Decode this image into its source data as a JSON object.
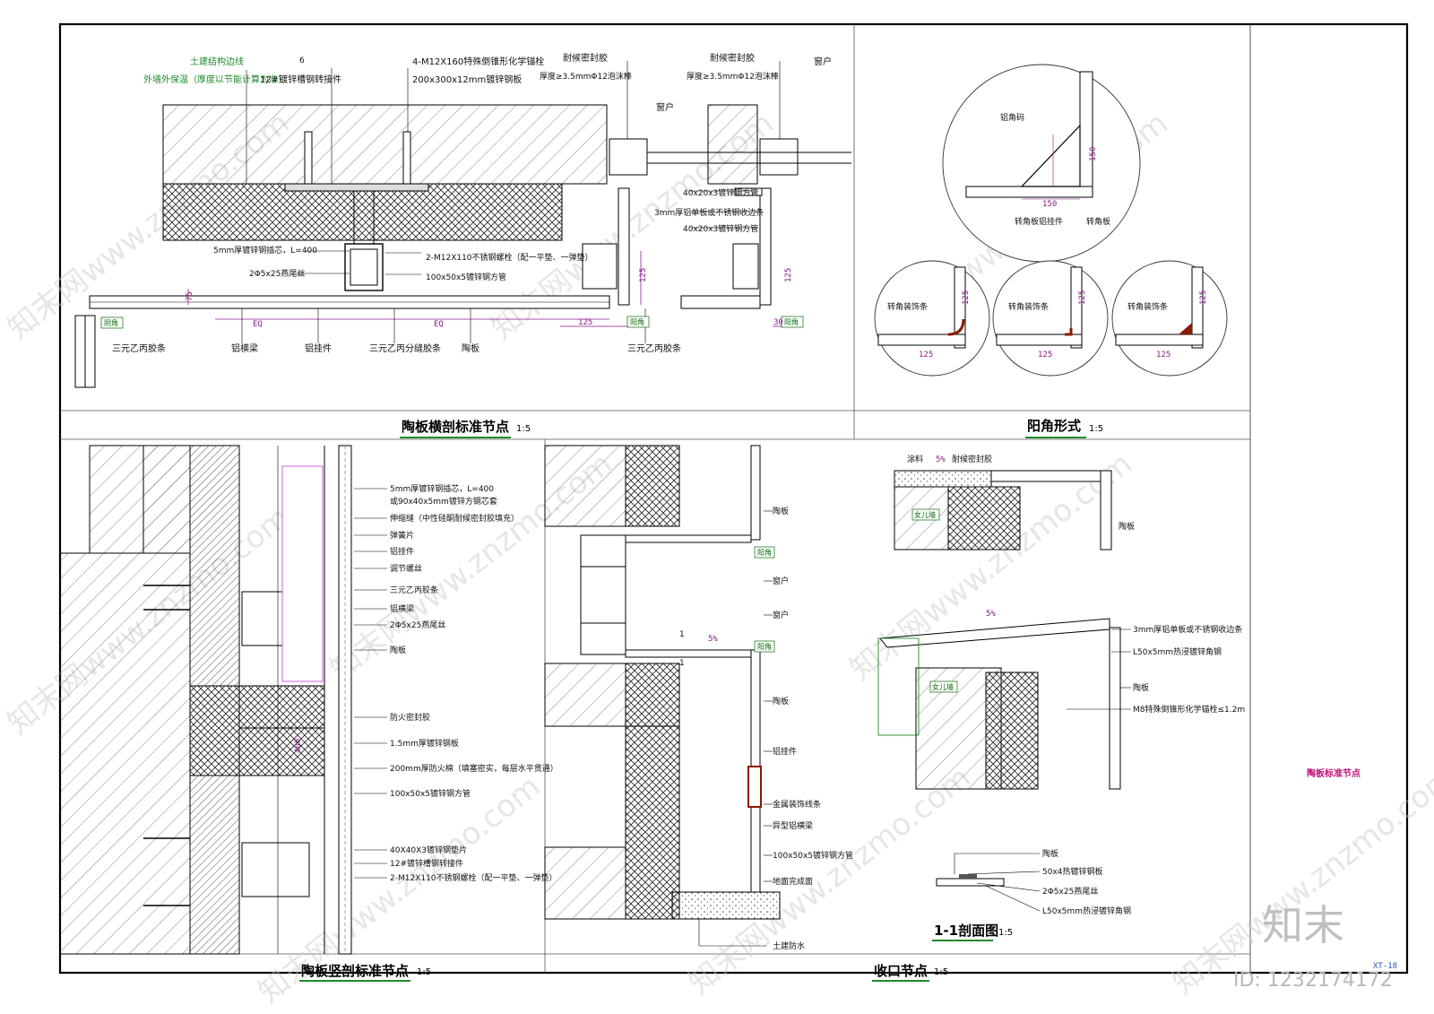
{
  "sheet": {
    "panel_titles": [
      {
        "title": "陶板横剖标准节点",
        "scale": "1:5"
      },
      {
        "title": "阳角形式",
        "scale": "1:5"
      },
      {
        "title": "陶板竖剖标准节点",
        "scale": "1:5"
      },
      {
        "title": "收口节点",
        "scale": "1:5"
      },
      {
        "title": "1-1剖面图",
        "scale": "1:5"
      }
    ],
    "side_note": "陶板标准节点",
    "drawing_no": "XT-18",
    "brand": "知末",
    "id_text": "ID: 1232174172",
    "watermark": "知末网www.znzmo.com"
  },
  "horizontal_section": {
    "top_labels": [
      "土建结构边线",
      "外墙外保温（厚度以节能计算为准）",
      "12#镀锌槽钢转接件",
      "4-M12X160特殊倒锥形化学锚栓",
      "200x300x12mm镀锌钢板",
      "耐候密封胶",
      "厚度≥3.5mmΦ12泡沫棒",
      "耐候密封胶",
      "厚度≥3.5mmΦ12泡沫棒",
      "窗户",
      "窗户"
    ],
    "mid_labels": [
      "5mm厚镀锌钢插芯，L=400",
      "2Φ5x25燕尾丝",
      "2-M12X110不锈钢螺栓（配一平垫、一弹垫）",
      "100x50x5镀锌钢方管",
      "40x20x3镀锌钢方管",
      "3mm厚铝单板或不锈钢收边条",
      "40x20x3镀锌钢方管"
    ],
    "bottom_labels": [
      "三元乙丙胶条",
      "铝横梁",
      "铝挂件",
      "三元乙丙分缝胶条",
      "陶板",
      "三元乙丙胶条"
    ],
    "tags": [
      "阴角",
      "阳角",
      "阳角"
    ],
    "dims": [
      "EQ",
      "EQ",
      "125",
      "125",
      "30",
      "125",
      "75",
      "6"
    ]
  },
  "yang_corner": {
    "big_circle_labels": [
      "铝角码",
      "转角板铝挂件",
      "转角板"
    ],
    "big_circle_dims": [
      "150",
      "150"
    ],
    "small_circle_labels": [
      "转角装饰条",
      "转角装饰条",
      "转角装饰条"
    ],
    "small_circle_dims": [
      "125",
      "125",
      "125",
      "125",
      "125",
      "125"
    ]
  },
  "vertical_section": {
    "labels": [
      "5mm厚镀锌钢插芯，L=400",
      "或90x40x5mm镀锌方钢芯套",
      "伸缩缝（中性硅酮耐候密封胶填充）",
      "弹簧片",
      "铝挂件",
      "调节螺丝",
      "三元乙丙胶条",
      "铝横梁",
      "2Φ5x25燕尾丝",
      "陶板",
      "防火密封胶",
      "1.5mm厚镀锌钢板",
      "200mm厚防火棉（填塞密实，每层水平贯通）",
      "100x50x5镀锌钢方管",
      "40X40X3镀锌钢垫片",
      "12#镀锌槽钢转接件",
      "2-M12X110不锈钢螺栓（配一平垫、一弹垫）"
    ],
    "dims": [
      "400"
    ]
  },
  "closure": {
    "mid_labels": [
      "陶板",
      "阳角",
      "窗户",
      "窗户",
      "阳角",
      "陶板",
      "铝挂件",
      "金属装饰线条",
      "异型铝横梁",
      "100x50x5镀锌钢方管",
      "地面完成面",
      "土建防水"
    ],
    "marks": [
      "1",
      "1",
      "5%"
    ],
    "right_top_labels": [
      "涂料",
      "5%",
      "耐候密封胶",
      "女儿墙",
      "陶板"
    ],
    "right_bottom_labels": [
      "5%",
      "3mm厚铝单板或不锈钢收边条",
      "L50x5mm热浸镀锌角钢",
      "女儿墙",
      "陶板",
      "M8特殊倒锥形化学锚栓≤1.2m"
    ],
    "section_labels": [
      "陶板",
      "50x4热镀锌钢板",
      "2Φ5x25燕尾丝",
      "L50x5mm热浸镀锌角钢"
    ]
  }
}
